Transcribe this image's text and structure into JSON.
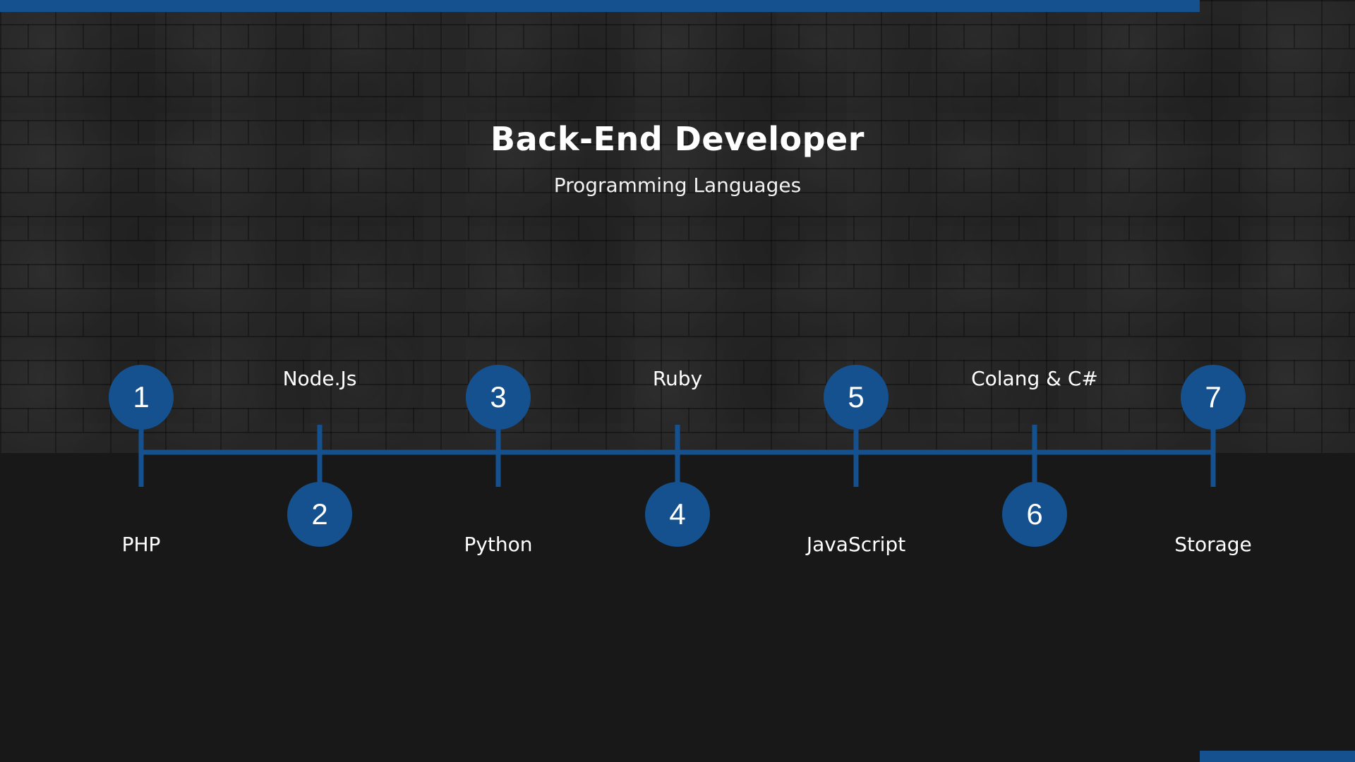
{
  "title": "Back-End Developer",
  "subtitle": "Programming Languages",
  "colors": {
    "accent": "#15518f",
    "background": "#181818",
    "text": "#ffffff"
  },
  "steps": [
    {
      "number": "1",
      "label": "PHP"
    },
    {
      "number": "2",
      "label": "Node.Js"
    },
    {
      "number": "3",
      "label": "Python"
    },
    {
      "number": "4",
      "label": "Ruby"
    },
    {
      "number": "5",
      "label": "JavaScript"
    },
    {
      "number": "6",
      "label": "Colang & C#"
    },
    {
      "number": "7",
      "label": "Storage"
    }
  ]
}
